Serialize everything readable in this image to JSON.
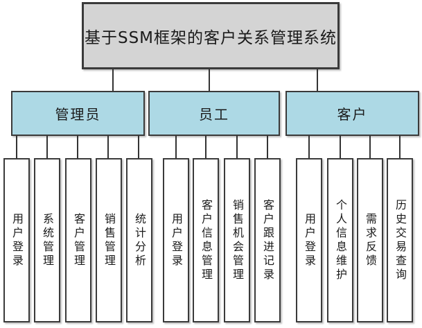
{
  "diagram": {
    "title": "基于SSM框架的客户关系管理系统",
    "groups": [
      {
        "label": "管理员",
        "children": [
          "用户登录",
          "系统管理",
          "客户管理",
          "销售管理",
          "统计分析"
        ]
      },
      {
        "label": "员工",
        "children": [
          "用户登录",
          "客户信息管理",
          "销售机会管理",
          "客户跟进记录"
        ]
      },
      {
        "label": "客户",
        "children": [
          "用户登录",
          "个人信息维护",
          "需求反馈",
          "历史交易查询"
        ]
      }
    ],
    "colors": {
      "root_fill": "#d4d4d4",
      "group_fill": "#add9e5",
      "leaf_fill": "#ffffff",
      "border": "#3a3a3a",
      "line": "#333333"
    }
  }
}
